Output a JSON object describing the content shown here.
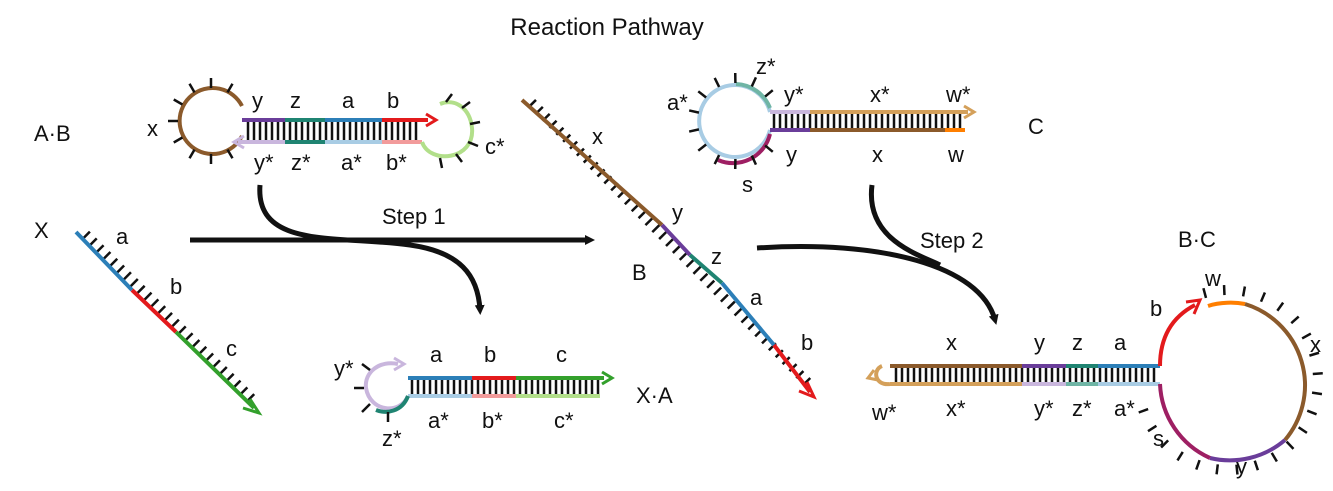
{
  "title": "Reaction Pathway",
  "colors": {
    "brown": "#8B5A2B",
    "tan": "#D4A05A",
    "purple": "#6A3D9A",
    "lavender": "#C9B6DD",
    "teal": "#1F8472",
    "tealLight": "#6FB5A5",
    "blue": "#2C7FB8",
    "lightblue": "#A8CCE4",
    "red": "#E31A1C",
    "pink": "#F29B9B",
    "green": "#33A02C",
    "lightgreen": "#B2DF8A",
    "orange": "#FF7F00",
    "maroon": "#9E1F63",
    "black": "#111111"
  },
  "complexes": {
    "ab": "A·B",
    "c": "C",
    "xa": "X·A",
    "bc": "B·C",
    "x": "X",
    "b": "B"
  },
  "steps": {
    "step1": "Step 1",
    "step2": "Step 2"
  },
  "ab": {
    "x": "x",
    "y": "y",
    "z": "z",
    "a": "a",
    "b": "b",
    "ys": "y*",
    "zs": "z*",
    "as": "a*",
    "bs": "b*",
    "cs": "c*"
  },
  "xstrand": {
    "a": "a",
    "b": "b",
    "c": "c"
  },
  "xa": {
    "a": "a",
    "b": "b",
    "c": "c",
    "ys": "y*",
    "zs": "z*",
    "as": "a*",
    "bs": "b*",
    "cs": "c*"
  },
  "bstrand": {
    "x": "x",
    "y": "y",
    "z": "z",
    "a": "a",
    "b": "b"
  },
  "c": {
    "zs": "z*",
    "as": "a*",
    "ys": "y*",
    "xs": "x*",
    "ws": "w*",
    "y": "y",
    "x": "x",
    "w": "w",
    "s": "s"
  },
  "bc": {
    "x": "x",
    "y": "y",
    "z": "z",
    "a": "a",
    "b": "b",
    "w": "w",
    "xr": "x",
    "ws": "w*",
    "xs": "x*",
    "ys": "y*",
    "zs": "z*",
    "as": "a*",
    "s": "s",
    "yb": "y"
  }
}
